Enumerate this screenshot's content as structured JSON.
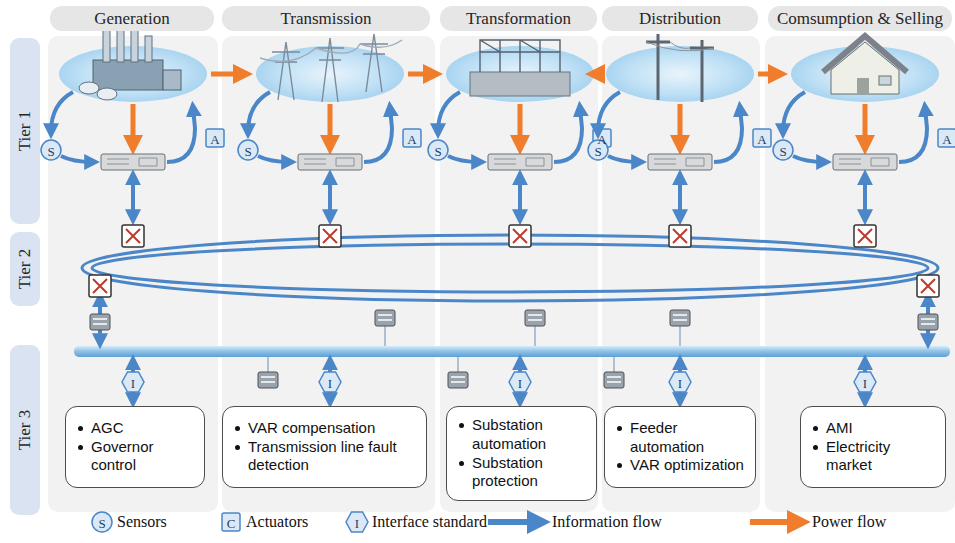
{
  "diagram": {
    "nodes": [
      {
        "text": [
          "Generation"
        ]
      },
      {
        "text": [
          "Transmission"
        ]
      },
      {
        "text": [
          "Transformation"
        ]
      },
      {
        "text": [
          "Distribution"
        ]
      },
      {
        "text": [
          "Comsumption & Selling"
        ]
      },
      {
        "text": [
          "Tier 1"
        ]
      },
      {
        "text": [
          "Tier 2"
        ]
      },
      {
        "text": [
          "Tier 3"
        ]
      },
      {
        "text": [
          "AGC",
          "Governor control"
        ]
      },
      {
        "text": [
          "VAR compensation",
          "Transmission line fault detection"
        ]
      },
      {
        "text": [
          "Substation automation",
          "Substation protection"
        ]
      },
      {
        "text": [
          "Feeder automation",
          "VAR optimization"
        ]
      },
      {
        "text": [
          "AMI",
          "Electricity market"
        ]
      }
    ],
    "labels": [
      "S",
      "A",
      "S",
      "A",
      "S",
      "A",
      "S",
      "A",
      "S",
      "A",
      "I",
      "I",
      "I",
      "I",
      "I",
      "S",
      "C",
      "I"
    ],
    "legend": [
      {
        "text": "Sensors"
      },
      {
        "text": "Actuators"
      },
      {
        "text": "Interface standard"
      },
      {
        "text": "Information flow"
      },
      {
        "text": "Power flow"
      }
    ]
  }
}
